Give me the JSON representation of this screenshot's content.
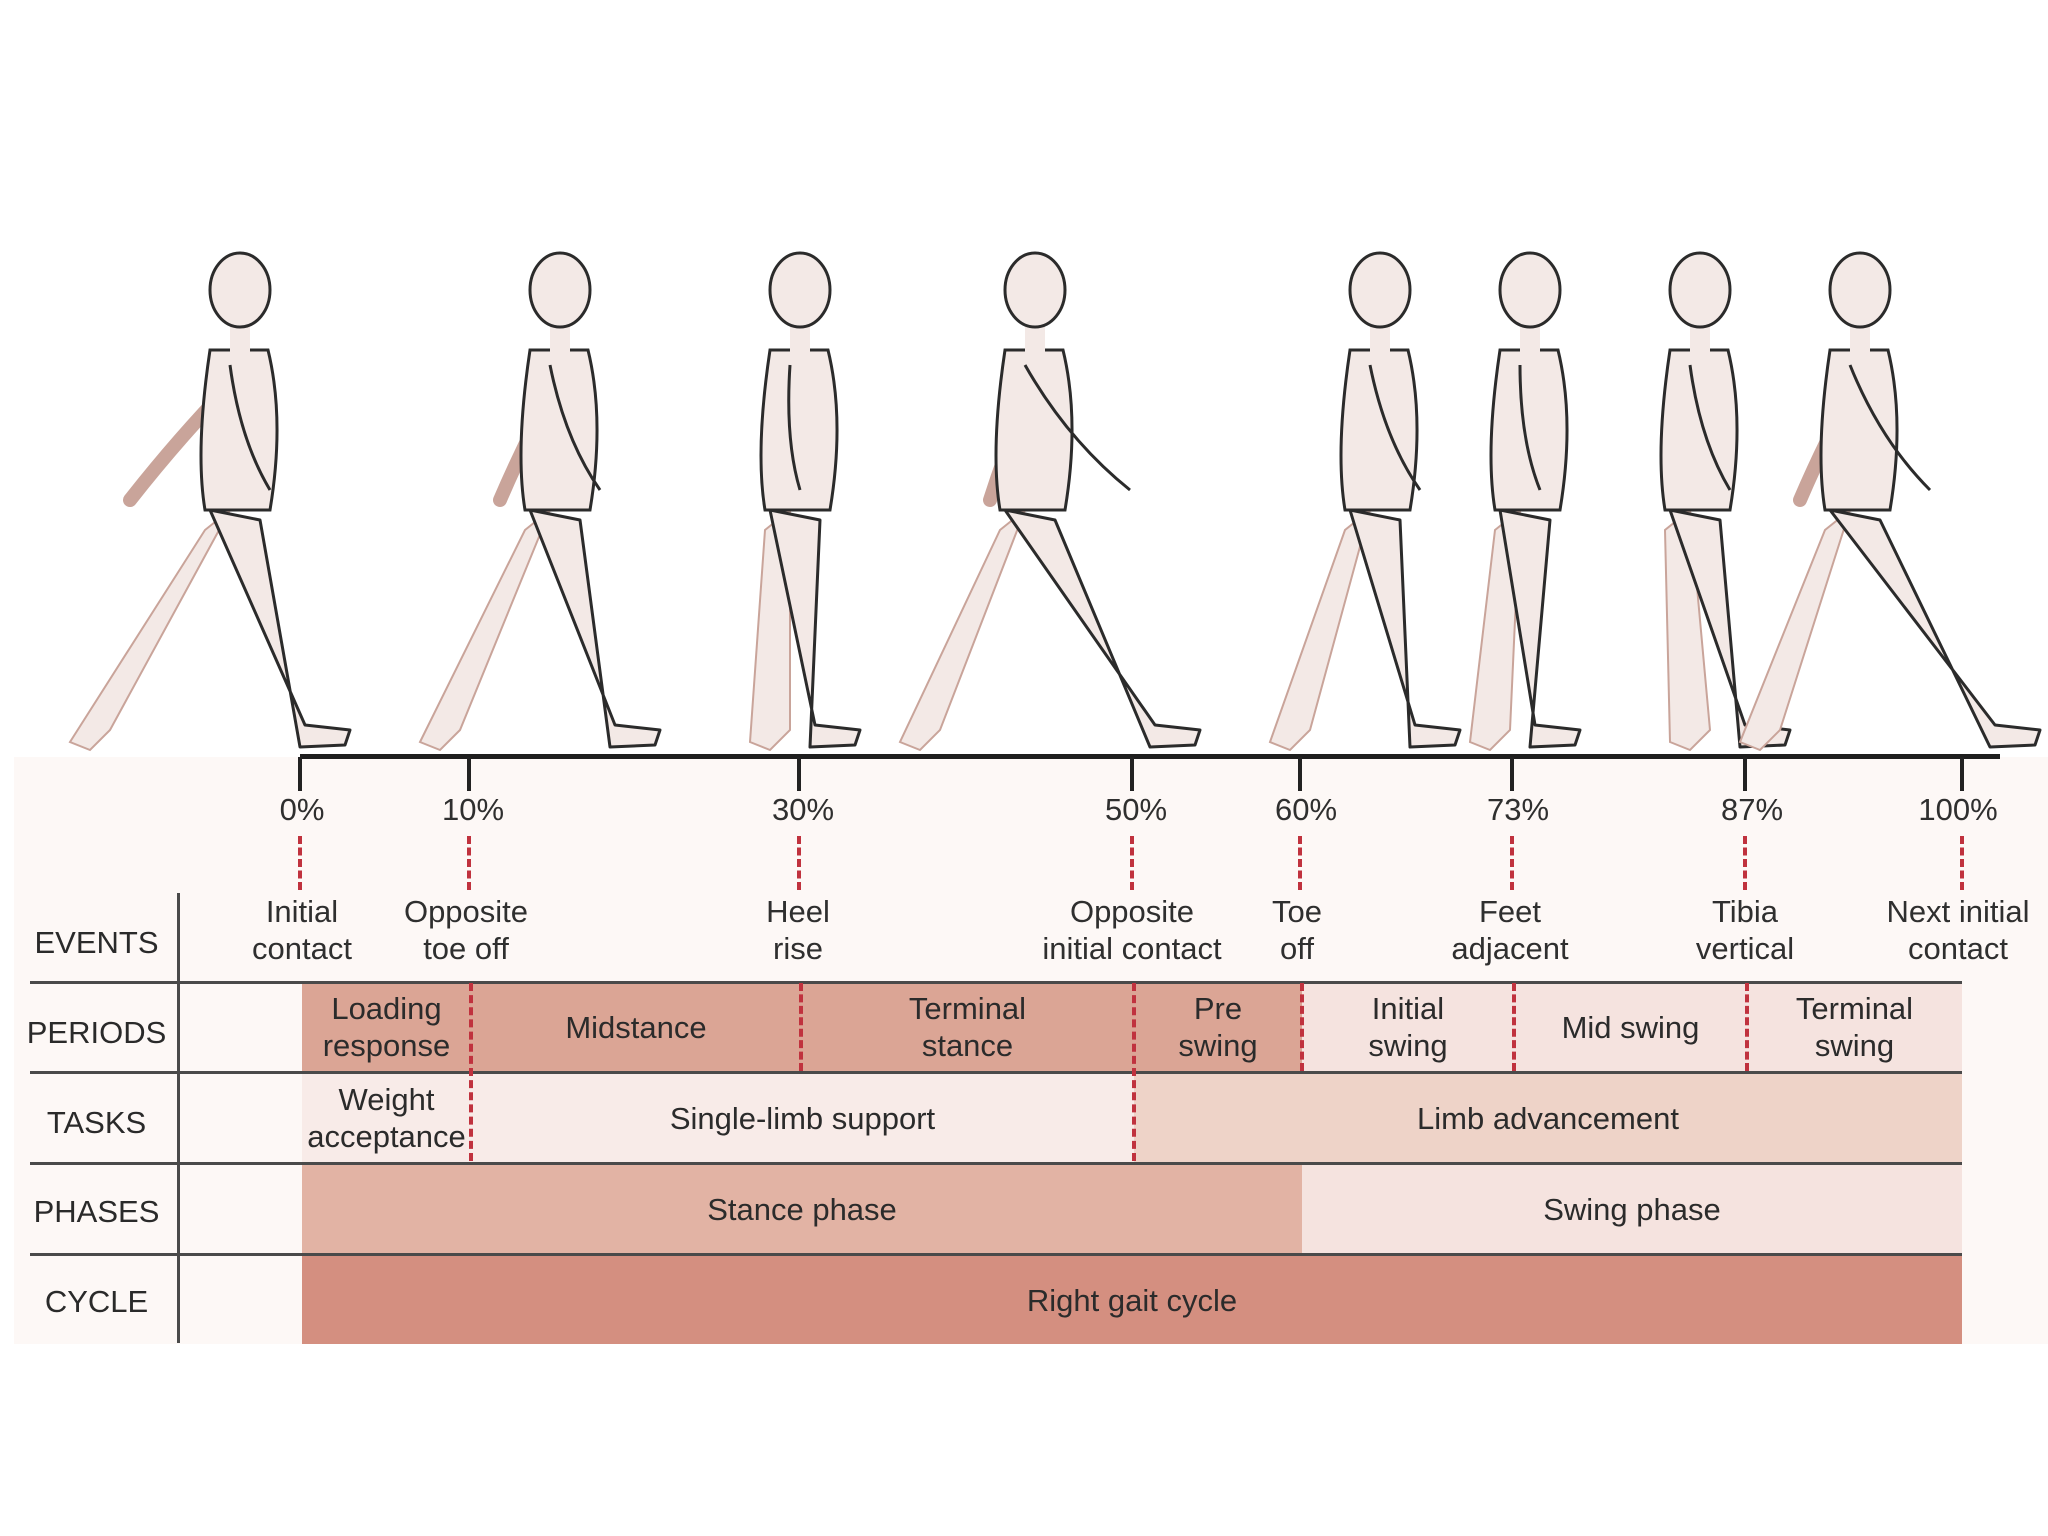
{
  "ticks": [
    "0%",
    "10%",
    "30%",
    "50%",
    "60%",
    "73%",
    "87%",
    "100%"
  ],
  "events": [
    {
      "line1": "Initial",
      "line2": "contact"
    },
    {
      "line1": "Opposite",
      "line2": "toe off"
    },
    {
      "line1": "Heel",
      "line2": "rise"
    },
    {
      "line1": "Opposite",
      "line2": "initial contact"
    },
    {
      "line1": "Toe",
      "line2": "off"
    },
    {
      "line1": "Feet",
      "line2": "adjacent"
    },
    {
      "line1": "Tibia",
      "line2": "vertical"
    },
    {
      "line1": "Next initial",
      "line2": "contact"
    }
  ],
  "row_labels": {
    "events": "EVENTS",
    "periods": "PERIODS",
    "tasks": "TASKS",
    "phases": "PHASES",
    "cycle": "CYCLE"
  },
  "periods": [
    {
      "line1": "Loading",
      "line2": "response"
    },
    {
      "line1": "Midstance",
      "line2": ""
    },
    {
      "line1": "Terminal",
      "line2": "stance"
    },
    {
      "line1": "Pre",
      "line2": "swing"
    },
    {
      "line1": "Initial",
      "line2": "swing"
    },
    {
      "line1": "Mid swing",
      "line2": ""
    },
    {
      "line1": "Terminal",
      "line2": "swing"
    }
  ],
  "tasks": [
    {
      "line1": "Weight",
      "line2": "acceptance"
    },
    {
      "line1": "Single-limb support",
      "line2": ""
    },
    {
      "line1": "Limb advancement",
      "line2": ""
    }
  ],
  "phases": [
    "Stance phase",
    "Swing phase"
  ],
  "cycle": "Right gait cycle",
  "colors": {
    "stance_dark": "#dba595",
    "stance_band": "#e2b3a4",
    "swing_light": "#f5e3df",
    "task_light": "#f8ebe8",
    "limb_adv": "#eed3c8",
    "cycle": "#d48f80",
    "dash": "#c0323e",
    "figure_fill": "#f3e9e6",
    "figure_stroke": "#2b2b2b",
    "figure_shadow": "#c9a49a"
  }
}
